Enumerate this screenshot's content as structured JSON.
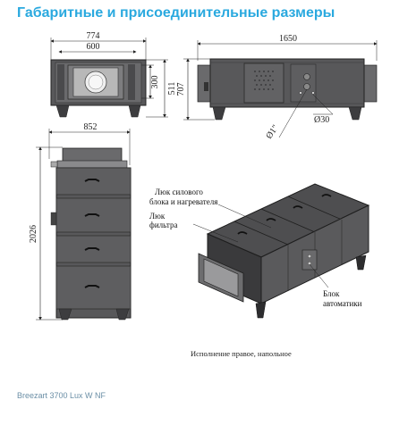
{
  "title": "Габаритные и присоединительные размеры",
  "front_view": {
    "dim_outer": "774",
    "dim_inner": "600",
    "dim_h_inner": "300",
    "dim_h_outer": "511"
  },
  "side_view": {
    "dim_length": "1650",
    "dim_height": "707",
    "dim_diameter": "Ø30",
    "dim_pipe": "Ø1\""
  },
  "vertical_view": {
    "dim_width": "852",
    "dim_height": "2026"
  },
  "iso_labels": {
    "power_hatch_line1": "Люк силового",
    "power_hatch_line2": "блока и нагревателя",
    "filter_hatch_line1": "Люк",
    "filter_hatch_line2": "фильтра",
    "automation_line1": "Блок",
    "automation_line2": "автоматики"
  },
  "caption": "Исполнение правое, напольное",
  "footer": "Breezart 3700 Lux W NF"
}
